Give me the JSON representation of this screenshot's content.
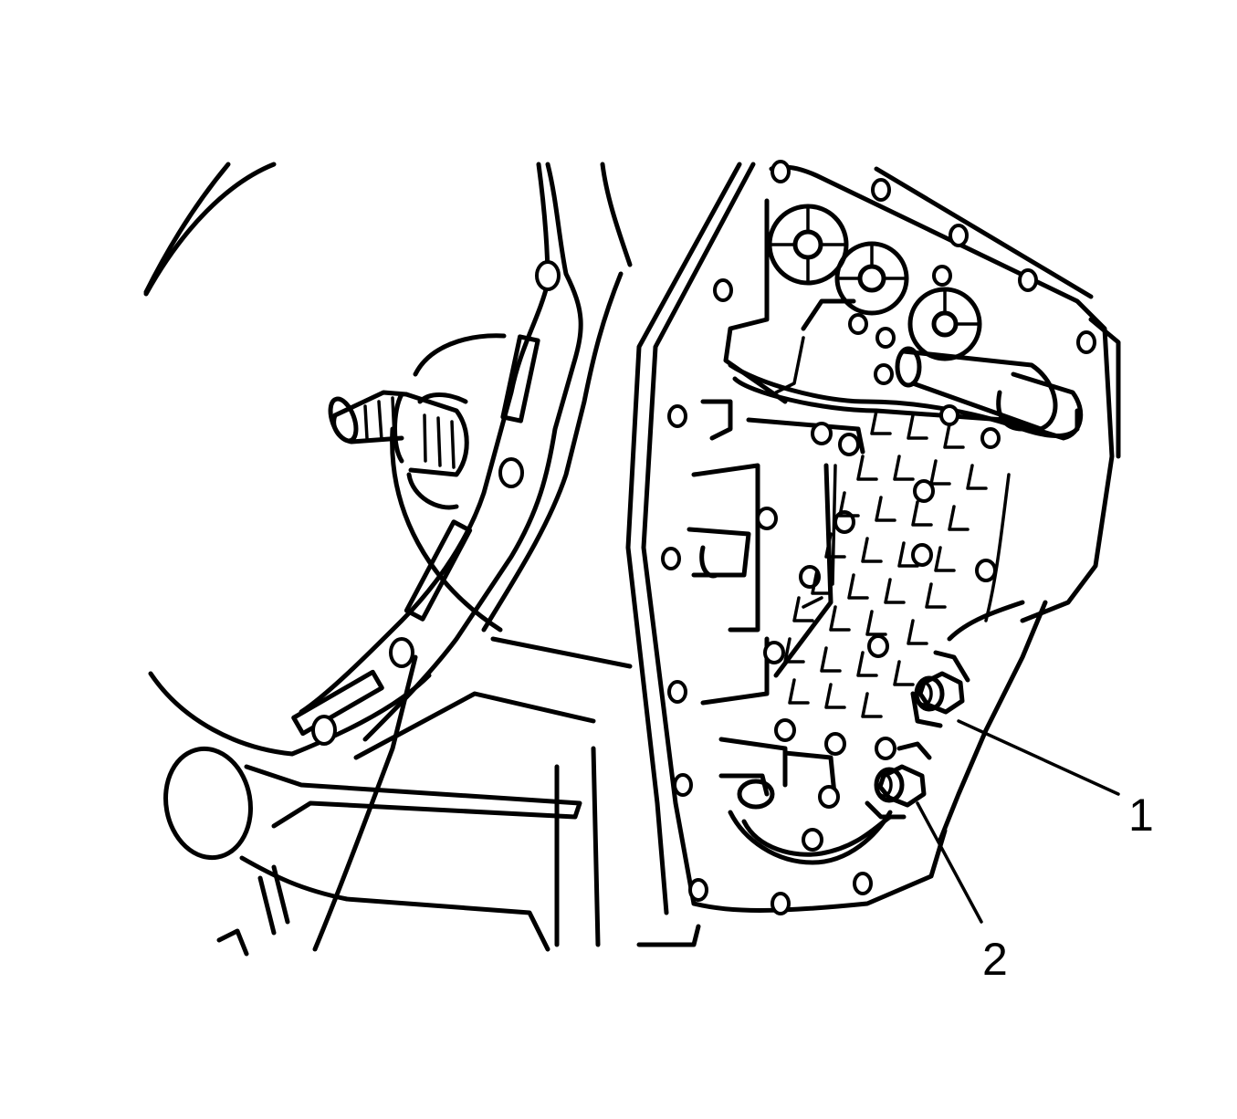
{
  "figure": {
    "callouts": [
      {
        "id": "1",
        "label": "1"
      },
      {
        "id": "2",
        "label": "2"
      }
    ],
    "colors": {
      "line": "#000000",
      "background": "#ffffff"
    }
  }
}
